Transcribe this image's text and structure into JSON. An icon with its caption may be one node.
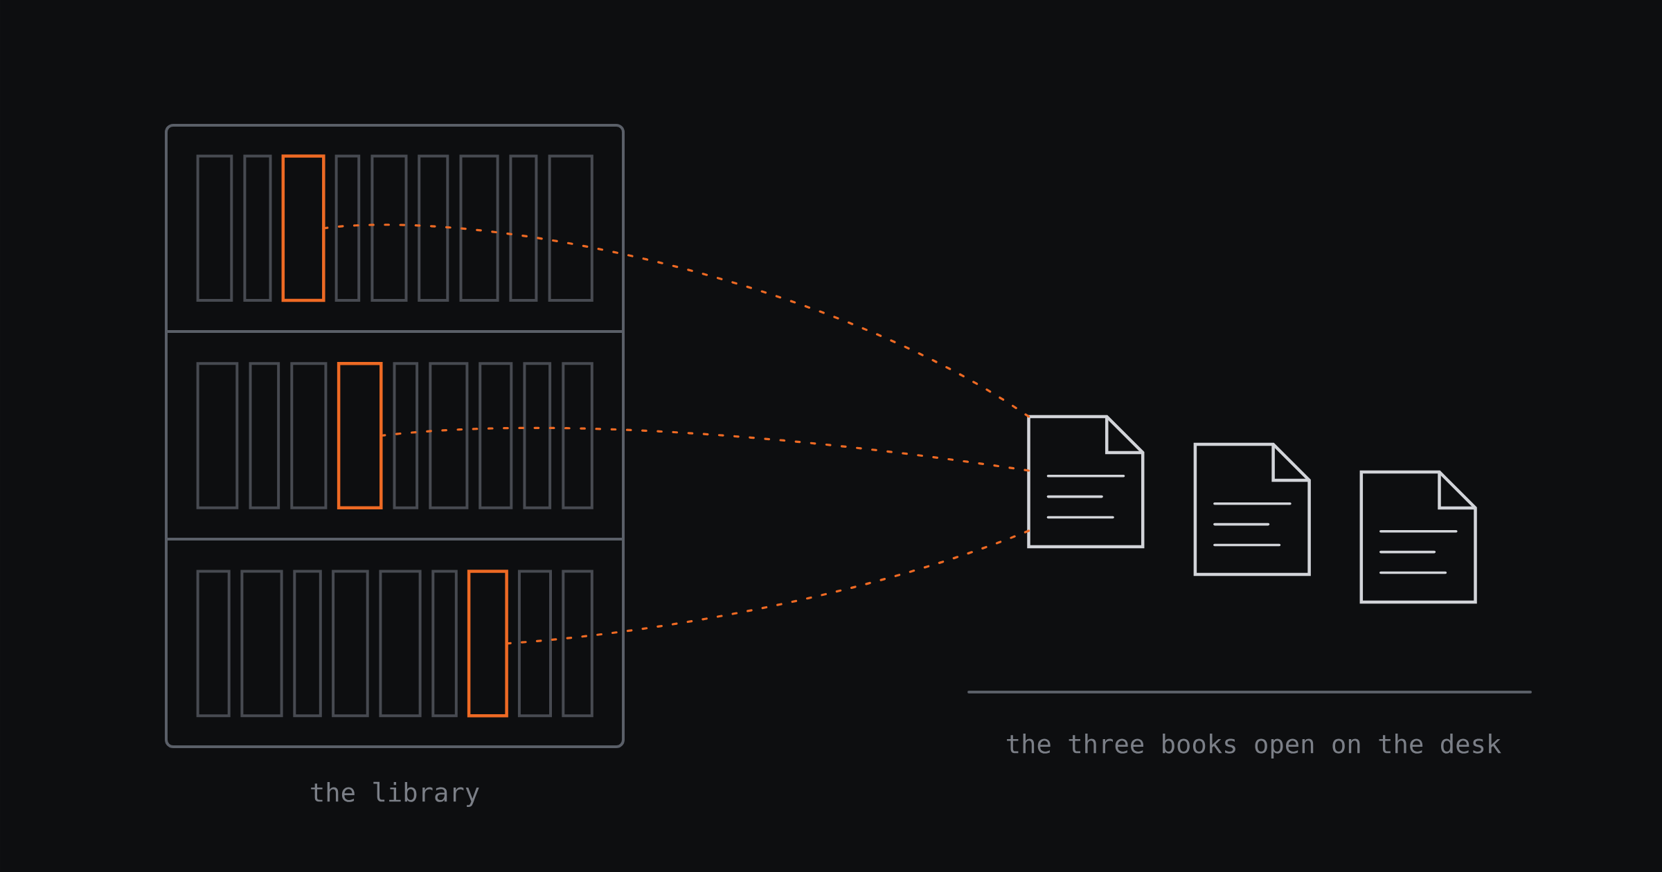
{
  "diagram": {
    "nodes": [
      {
        "text": [],
        "shape": "box",
        "beside": [
          "the library"
        ]
      },
      {
        "text": [],
        "shape": "box",
        "in": 0
      },
      {
        "text": [],
        "shape": "box",
        "in": 0
      },
      {
        "text": [],
        "shape": "box",
        "in": 0
      },
      {
        "text": [],
        "shape": "document"
      },
      {
        "text": [],
        "shape": "document"
      },
      {
        "text": [],
        "shape": "document"
      }
    ],
    "edges": [
      {
        "from": 1,
        "to": 4,
        "arrow": "none",
        "style": "dashed",
        "color": "#ee6a24"
      },
      {
        "from": 2,
        "to": 4,
        "arrow": "none",
        "style": "dashed",
        "color": "#ee6a24"
      },
      {
        "from": 3,
        "to": 4,
        "arrow": "none",
        "style": "dashed",
        "color": "#ee6a24"
      }
    ],
    "labels": [
      "the three books open on the desk"
    ]
  }
}
